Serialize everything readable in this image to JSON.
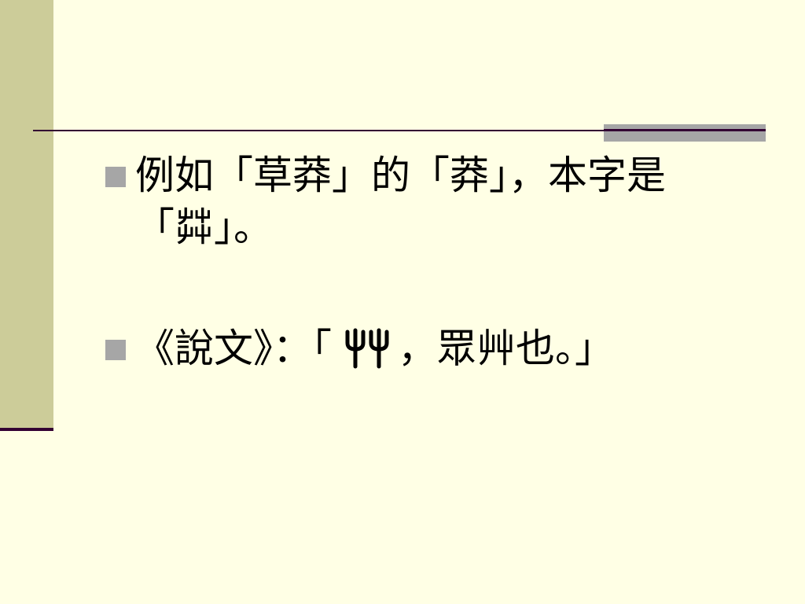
{
  "slide": {
    "colors": {
      "background": "#FFFFE5",
      "left_band": "#CCCC99",
      "rule": "#330033",
      "accent": "#A6A6A6",
      "text": "#000000"
    },
    "bullets": [
      {
        "marker": "square-bullet-icon",
        "text": "例如「草莽」的「莽」，本字是「茻」。"
      },
      {
        "marker": "square-bullet-icon",
        "text_before": "《說文》：「",
        "glyph": "seal-script-chuan-icon",
        "text_after": "，眾艸也。」"
      }
    ]
  }
}
